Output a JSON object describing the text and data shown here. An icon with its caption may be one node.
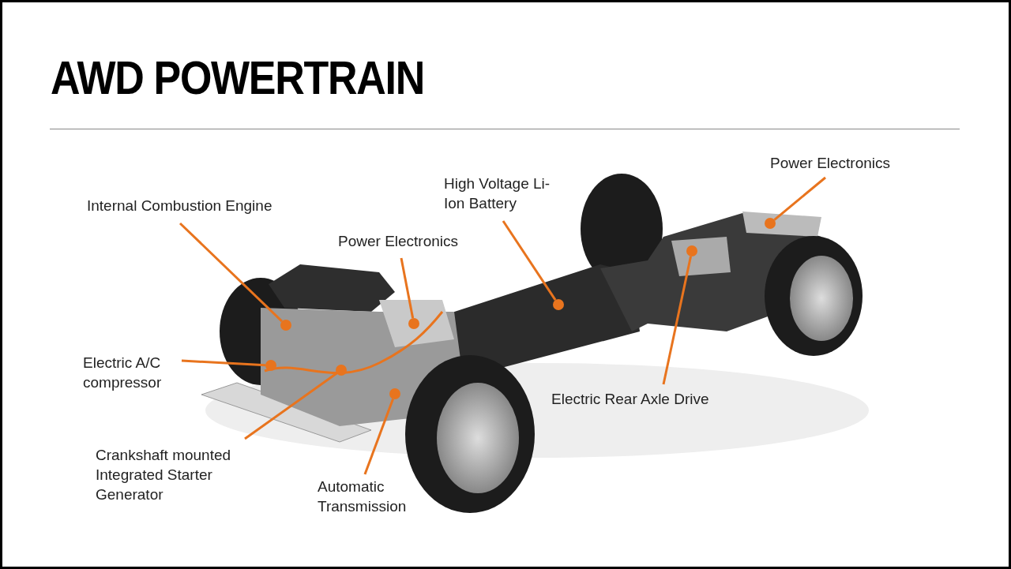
{
  "diagram": {
    "title": "AWD POWERTRAIN",
    "nodes": [
      {
        "text": [
          "Power Electronics"
        ]
      },
      {
        "text": [
          "High Voltage Li-Ion Battery"
        ]
      },
      {
        "text": [
          "Internal Combustion Engine"
        ]
      },
      {
        "text": [
          "Power Electronics"
        ]
      },
      {
        "text": [
          "Electric A/C compressor"
        ]
      },
      {
        "text": [
          "Electric Rear Axle Drive"
        ]
      },
      {
        "text": [
          "Crankshaft mounted Integrated Starter Generator"
        ]
      },
      {
        "text": [
          "Automatic Transmission"
        ]
      },
      {
        "text": [],
        "shape": "circle"
      },
      {
        "text": [],
        "shape": "circle"
      },
      {
        "text": [],
        "shape": "circle"
      },
      {
        "text": [],
        "shape": "circle"
      },
      {
        "text": [],
        "shape": "circle"
      },
      {
        "text": [],
        "shape": "circle"
      },
      {
        "text": [],
        "shape": "circle"
      },
      {
        "text": [],
        "shape": "circle"
      }
    ],
    "edges": [
      {
        "from": 2,
        "to": 8,
        "arrow": "none"
      },
      {
        "from": 4,
        "to": 9,
        "arrow": "none"
      },
      {
        "from": 6,
        "to": 10,
        "arrow": "none"
      },
      {
        "from": 3,
        "to": 11,
        "arrow": "none"
      },
      {
        "from": 7,
        "to": 12,
        "arrow": "none"
      },
      {
        "from": 1,
        "to": 13,
        "arrow": "none"
      },
      {
        "from": 5,
        "to": 14,
        "arrow": "none"
      },
      {
        "from": 0,
        "to": 15,
        "arrow": "none"
      }
    ]
  }
}
